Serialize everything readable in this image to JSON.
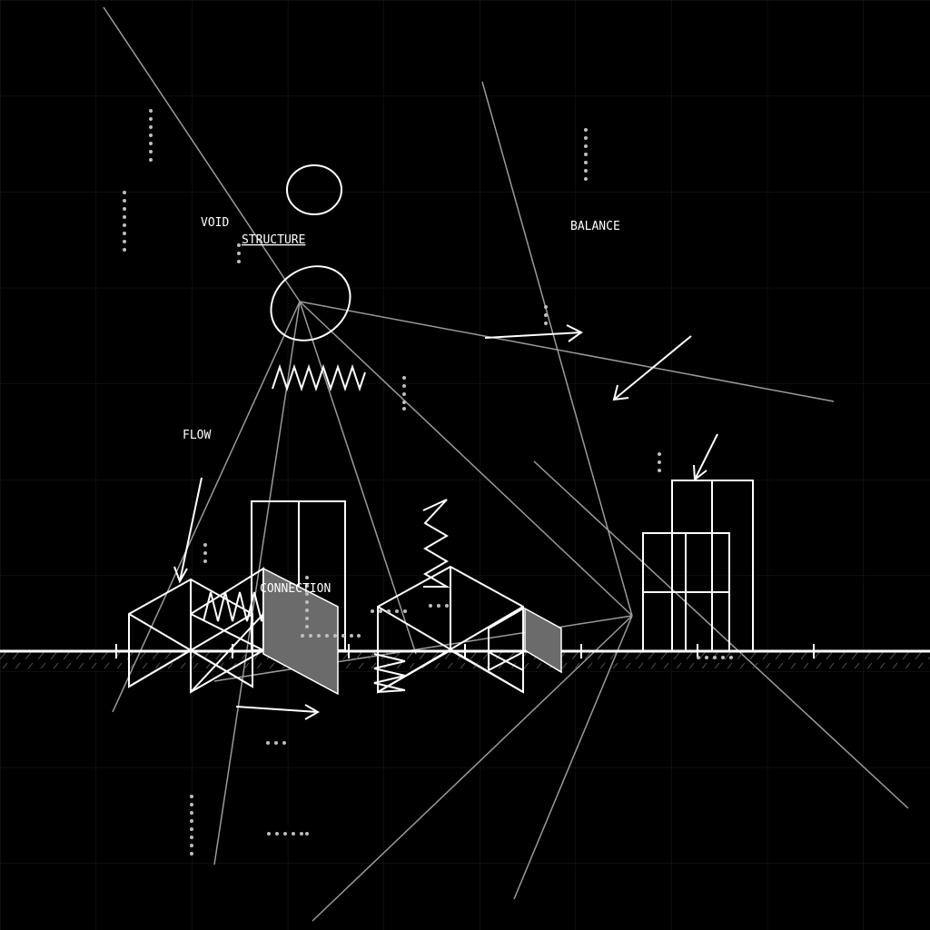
{
  "labels": {
    "void": "VOID",
    "structure": "STRUCTURE",
    "balance": "BALANCE",
    "flow": "FLOW",
    "connection": "CONNECTION"
  },
  "colors": {
    "background": "#000000",
    "stroke": "#ffffff",
    "ray": "#9a9a9a",
    "grid": "#1c1c1c",
    "fill_plane": "#6b6b6b"
  }
}
